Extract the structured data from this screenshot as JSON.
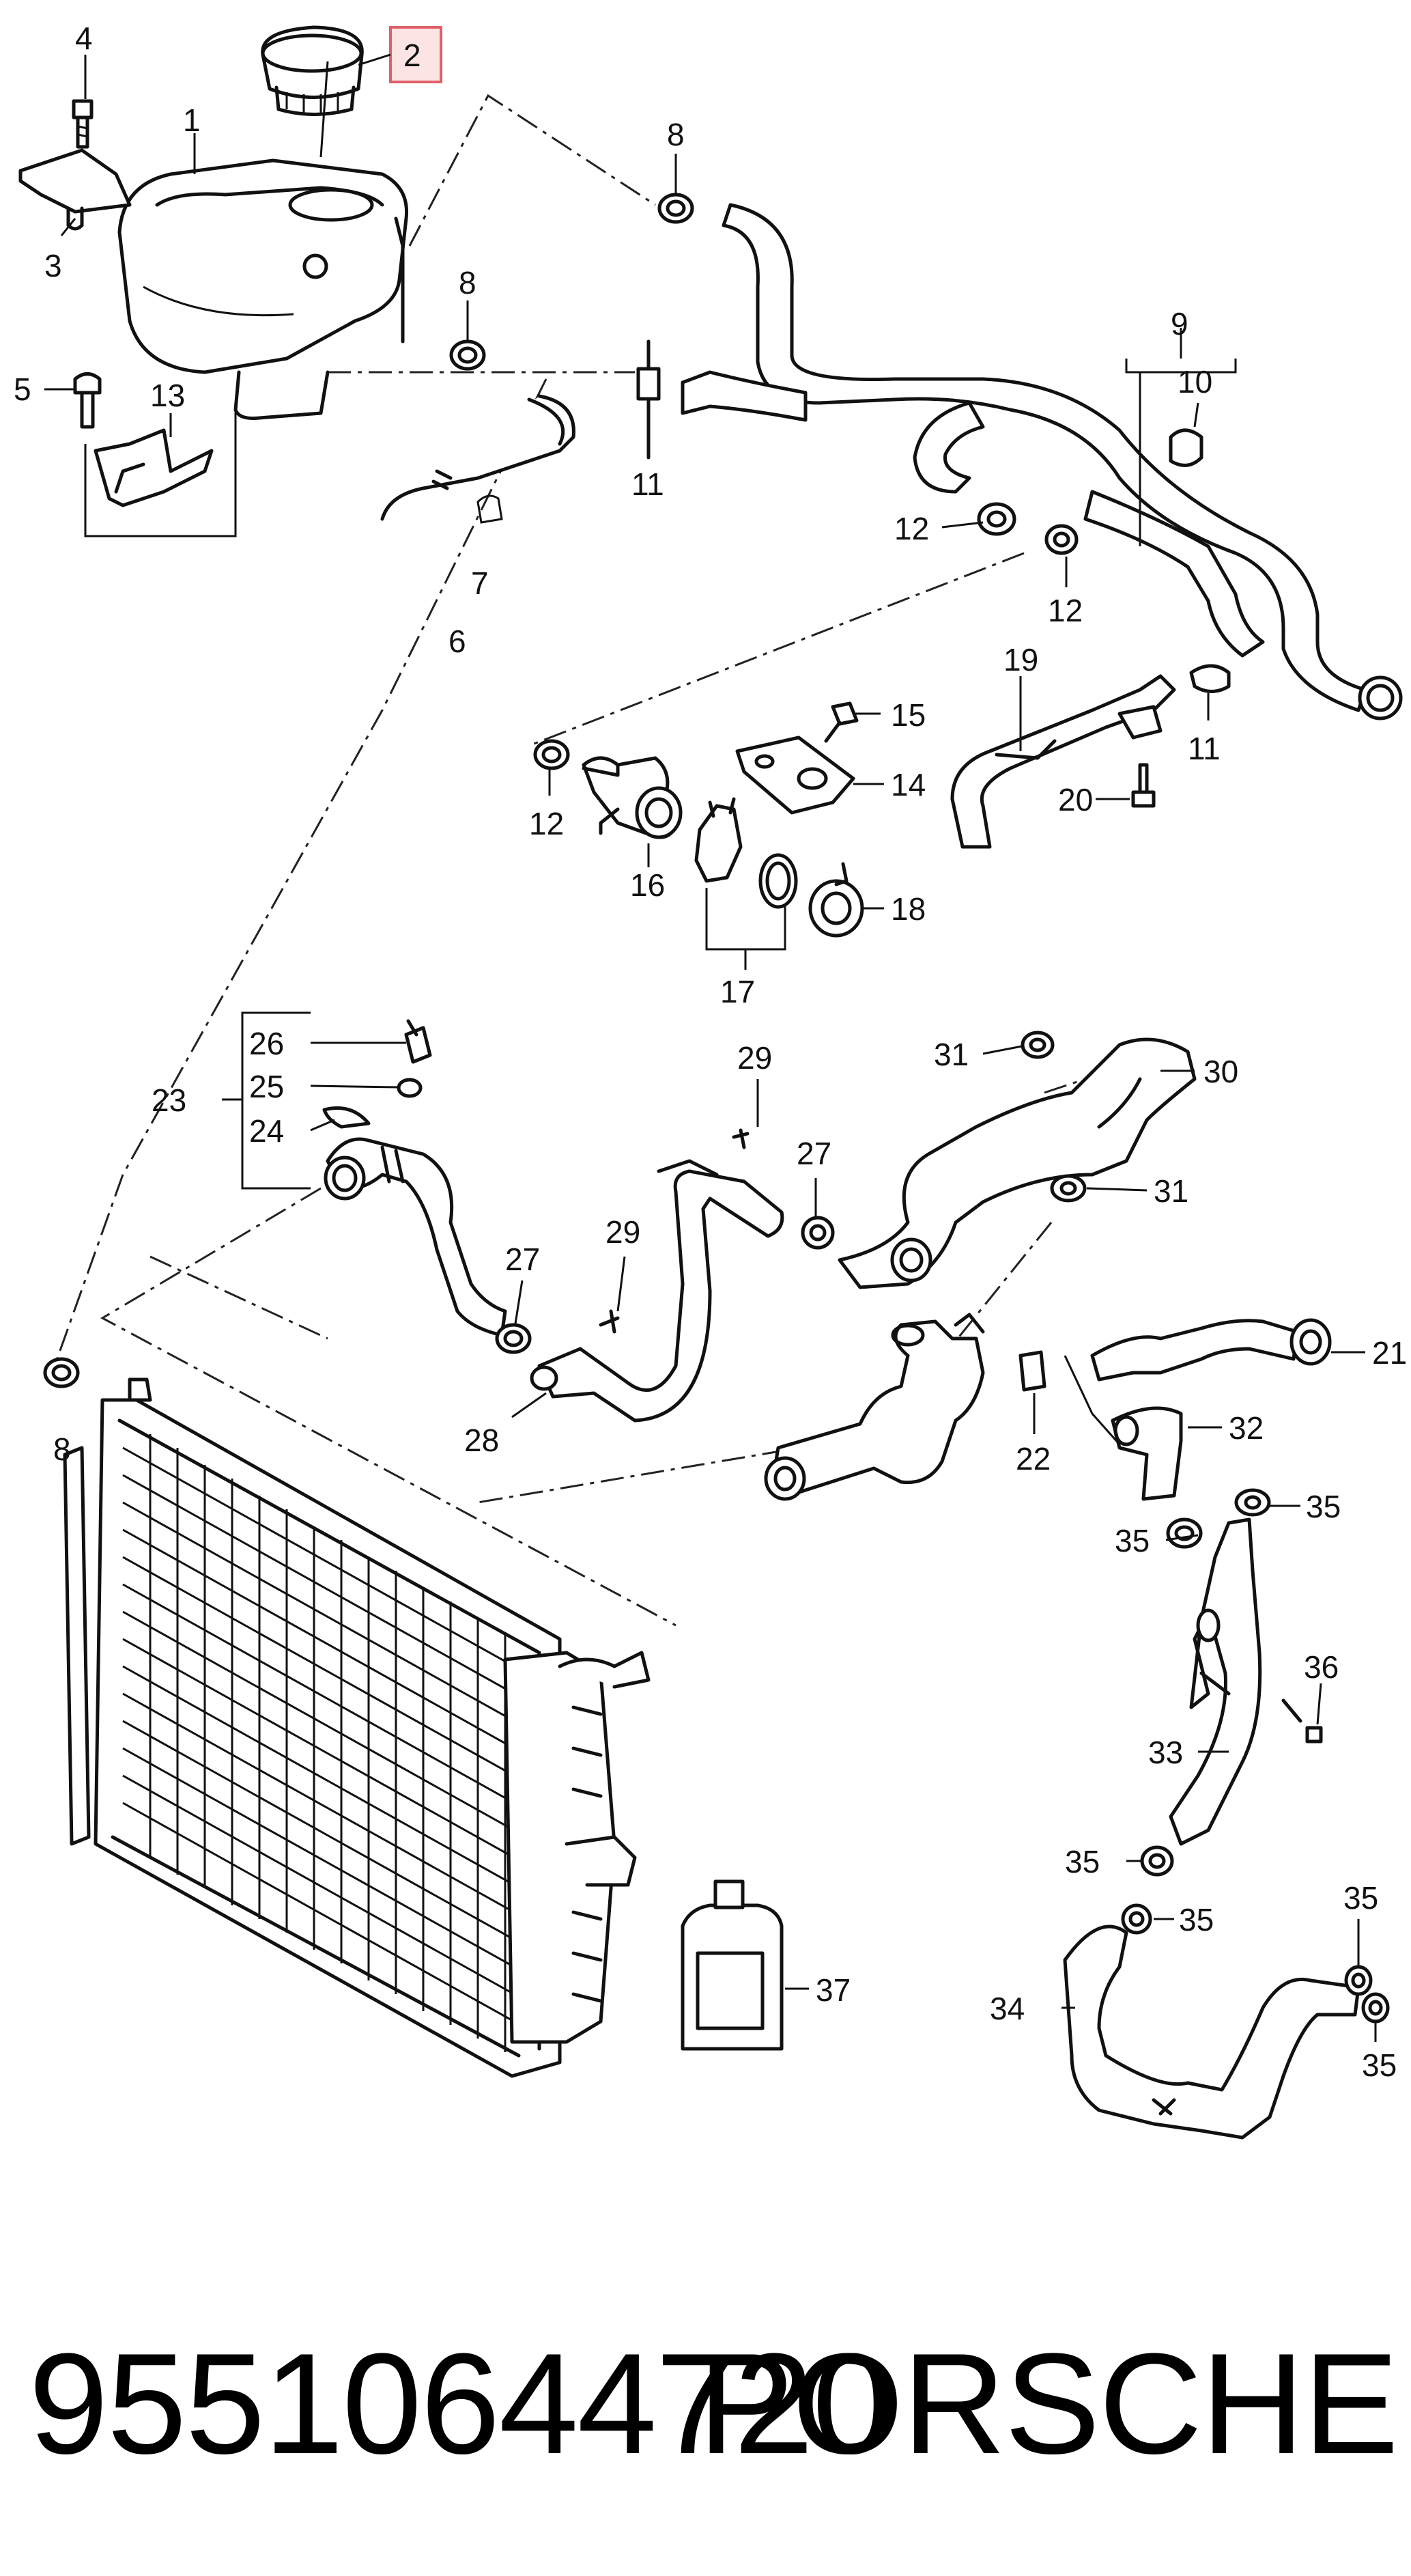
{
  "highlight_color": "#e0606a",
  "line_color": "#111111",
  "callouts": [
    {
      "id": "c1",
      "text": "1"
    },
    {
      "id": "c2",
      "text": "2"
    },
    {
      "id": "c3",
      "text": "3"
    },
    {
      "id": "c4",
      "text": "4"
    },
    {
      "id": "c5",
      "text": "5"
    },
    {
      "id": "c6",
      "text": "6"
    },
    {
      "id": "c7",
      "text": "7"
    },
    {
      "id": "c8a",
      "text": "8"
    },
    {
      "id": "c8b",
      "text": "8"
    },
    {
      "id": "c8c",
      "text": "8"
    },
    {
      "id": "c9",
      "text": "9"
    },
    {
      "id": "c10",
      "text": "10"
    },
    {
      "id": "c11a",
      "text": "11"
    },
    {
      "id": "c11b",
      "text": "11"
    },
    {
      "id": "c12a",
      "text": "12"
    },
    {
      "id": "c12b",
      "text": "12"
    },
    {
      "id": "c12c",
      "text": "12"
    },
    {
      "id": "c13",
      "text": "13"
    },
    {
      "id": "c14",
      "text": "14"
    },
    {
      "id": "c15",
      "text": "15"
    },
    {
      "id": "c16",
      "text": "16"
    },
    {
      "id": "c17",
      "text": "17"
    },
    {
      "id": "c18",
      "text": "18"
    },
    {
      "id": "c19",
      "text": "19"
    },
    {
      "id": "c20",
      "text": "20"
    },
    {
      "id": "c21",
      "text": "21"
    },
    {
      "id": "c22",
      "text": "22"
    },
    {
      "id": "c23",
      "text": "23"
    },
    {
      "id": "c24",
      "text": "24"
    },
    {
      "id": "c25",
      "text": "25"
    },
    {
      "id": "c26",
      "text": "26"
    },
    {
      "id": "c27a",
      "text": "27"
    },
    {
      "id": "c27b",
      "text": "27"
    },
    {
      "id": "c28",
      "text": "28"
    },
    {
      "id": "c29a",
      "text": "29"
    },
    {
      "id": "c29b",
      "text": "29"
    },
    {
      "id": "c30",
      "text": "30"
    },
    {
      "id": "c31a",
      "text": "31"
    },
    {
      "id": "c31b",
      "text": "31"
    },
    {
      "id": "c32",
      "text": "32"
    },
    {
      "id": "c33",
      "text": "33"
    },
    {
      "id": "c34",
      "text": "34"
    },
    {
      "id": "c35a",
      "text": "35"
    },
    {
      "id": "c35b",
      "text": "35"
    },
    {
      "id": "c35c",
      "text": "35"
    },
    {
      "id": "c35d",
      "text": "35"
    },
    {
      "id": "c35e",
      "text": "35"
    },
    {
      "id": "c35f",
      "text": "35"
    },
    {
      "id": "c36",
      "text": "36"
    },
    {
      "id": "c37",
      "text": "37"
    }
  ],
  "footer": {
    "part_number": "95510644720",
    "brand": "PORSCHE"
  }
}
